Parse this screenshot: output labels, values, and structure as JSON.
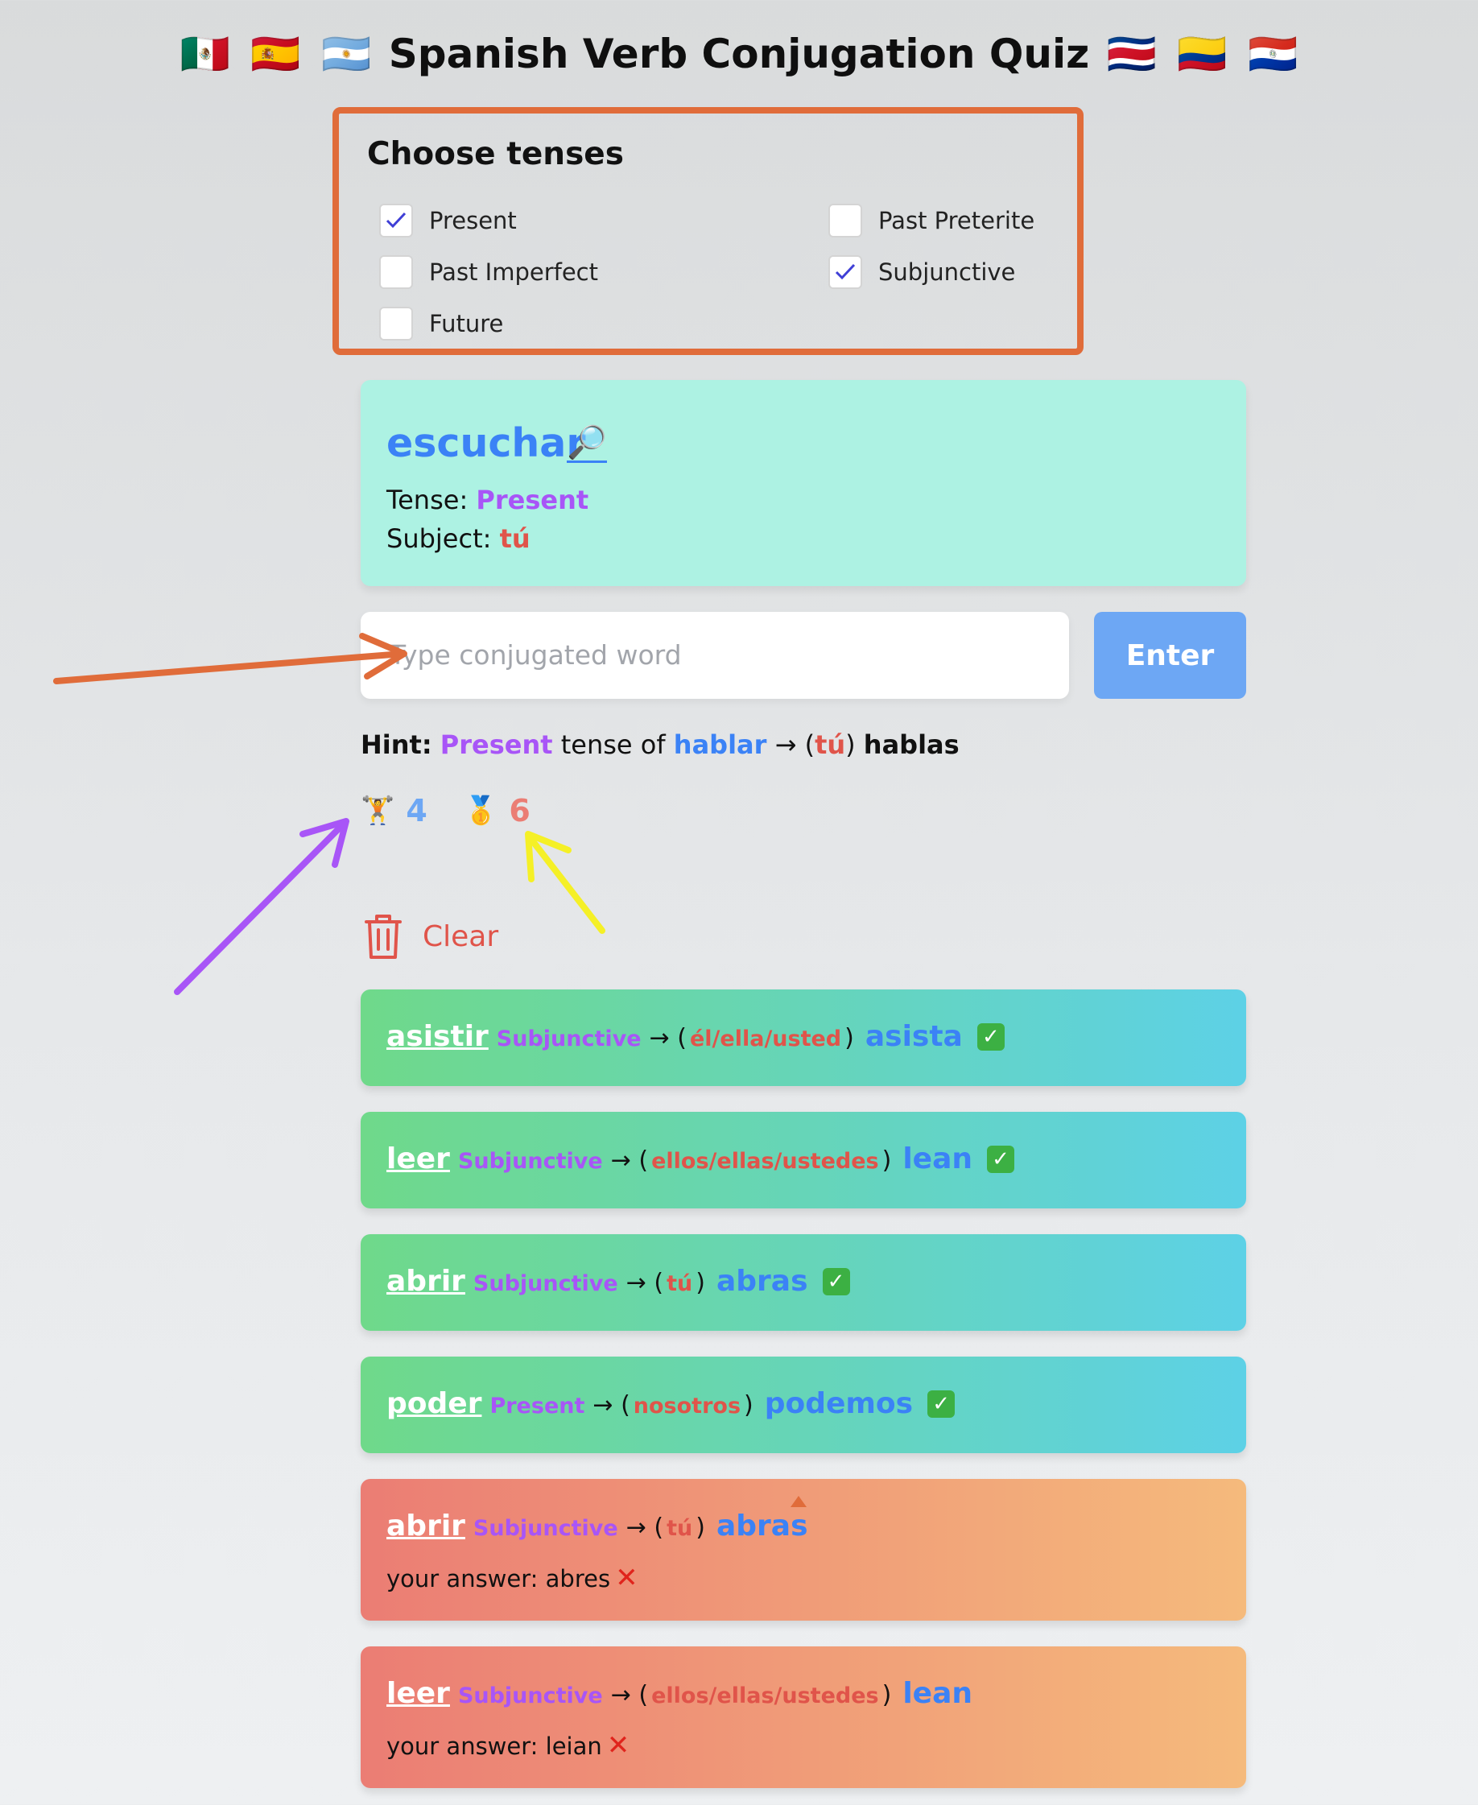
{
  "title": {
    "text": "Spanish Verb Conjugation Quiz",
    "flags_left": [
      "🇲🇽",
      "🇪🇸",
      "🇦🇷"
    ],
    "flags_right": [
      "🇨🇷",
      "🇨🇴",
      "🇵🇾"
    ]
  },
  "tenses": {
    "heading": "Choose tenses",
    "options": [
      {
        "label": "Present",
        "checked": true
      },
      {
        "label": "Past Imperfect",
        "checked": false
      },
      {
        "label": "Future",
        "checked": false
      },
      {
        "label": "Past Preterite",
        "checked": false
      },
      {
        "label": "Subjunctive",
        "checked": true
      }
    ]
  },
  "question": {
    "verb": "escuchar",
    "lookup_icon": "🔎",
    "tense_label": "Tense:",
    "tense": "Present",
    "subject_label": "Subject:",
    "subject": "tú"
  },
  "answer_input": {
    "placeholder": "Type conjugated word",
    "value": ""
  },
  "enter_button": "Enter",
  "hint": {
    "label": "Hint:",
    "tense": "Present",
    "mid": "tense of",
    "verb": "hablar",
    "arrow": "→",
    "subject": "tú",
    "answer": "hablas"
  },
  "scores": {
    "streak_icon": "🏋️",
    "streak": "4",
    "best_icon": "🥇",
    "best": "6"
  },
  "clear_label": "Clear",
  "results": [
    {
      "verb": "asistir",
      "tense": "Subjunctive",
      "subject": "él/ella/usted",
      "answer": "asista",
      "correct": true
    },
    {
      "verb": "leer",
      "tense": "Subjunctive",
      "subject": "ellos/ellas/ustedes",
      "answer": "lean",
      "correct": true
    },
    {
      "verb": "abrir",
      "tense": "Subjunctive",
      "subject": "tú",
      "answer": "abras",
      "correct": true
    },
    {
      "verb": "poder",
      "tense": "Present",
      "subject": "nosotros",
      "answer": "podemos",
      "correct": true
    },
    {
      "verb": "abrir",
      "tense": "Subjunctive",
      "subject": "tú",
      "answer": "abras",
      "correct": false,
      "your_answer_label": "your answer:",
      "your_answer": "abres"
    },
    {
      "verb": "leer",
      "tense": "Subjunctive",
      "subject": "ellos/ellas/ustedes",
      "answer": "lean",
      "correct": false,
      "your_answer_label": "your answer:",
      "your_answer": "leian"
    }
  ],
  "colors": {
    "accent_blue": "#3b82f6",
    "tense_purple": "#a855f7",
    "subject_red": "#e0544a",
    "annotation_orange": "#e06c3a",
    "annotation_purple": "#a855f7",
    "annotation_yellow": "#f5f026"
  }
}
